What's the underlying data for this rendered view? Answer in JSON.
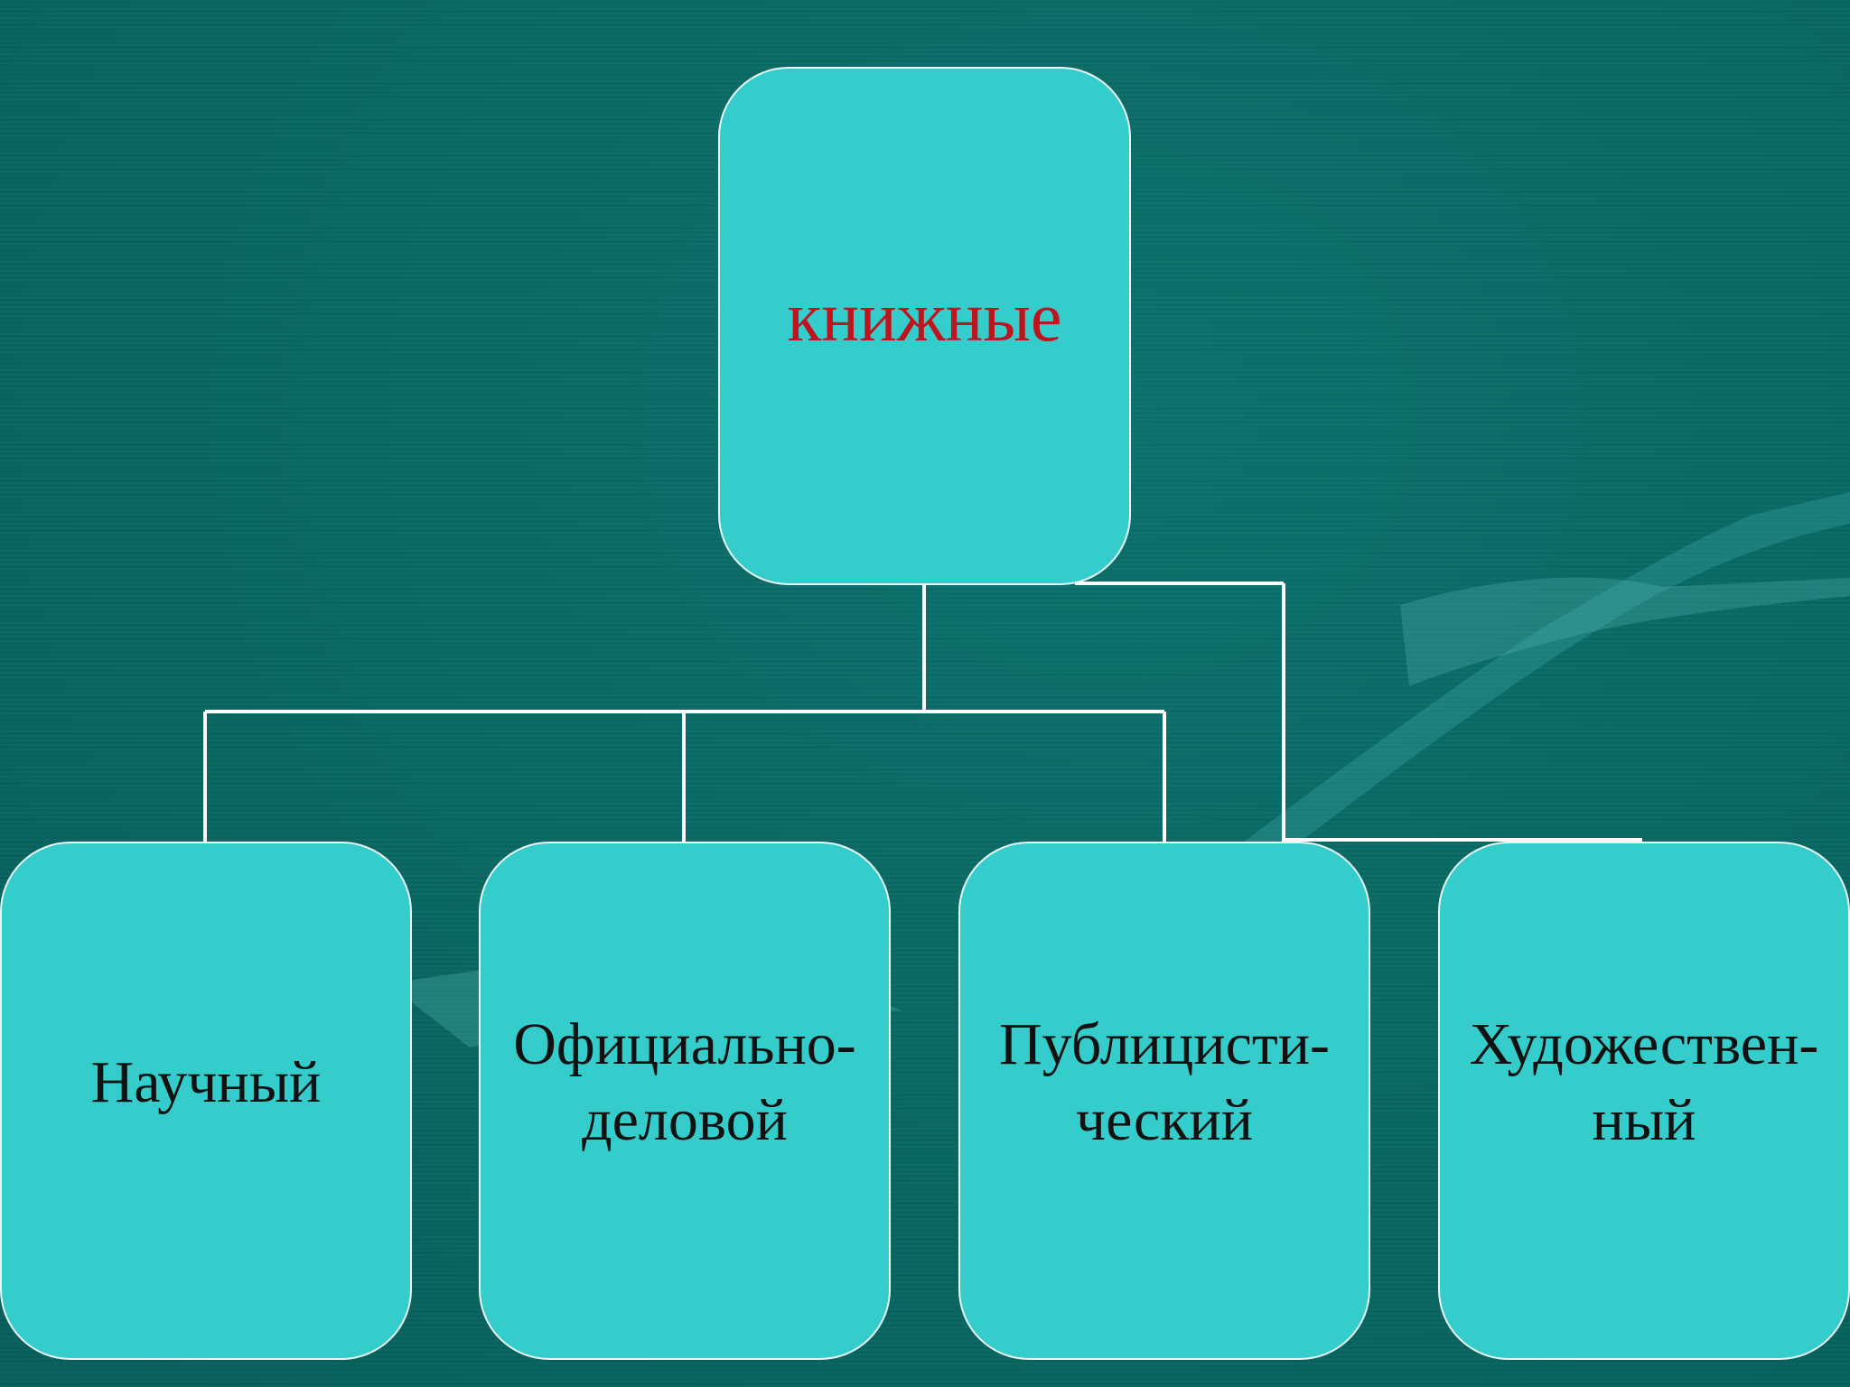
{
  "colors": {
    "background": "#0a6a66",
    "box_fill": "#35cccc",
    "box_border": "#e8f7f6",
    "connector": "#ffffff",
    "root_text": "#c0141c",
    "child_text": "#111111"
  },
  "diagram": {
    "root": {
      "label": "книжные"
    },
    "children": [
      {
        "lines": [
          "Научный"
        ]
      },
      {
        "lines": [
          "Официально-",
          "деловой"
        ]
      },
      {
        "lines": [
          "Публицисти-",
          "ческий"
        ]
      },
      {
        "lines": [
          "Художествен-",
          "ный"
        ]
      }
    ]
  }
}
